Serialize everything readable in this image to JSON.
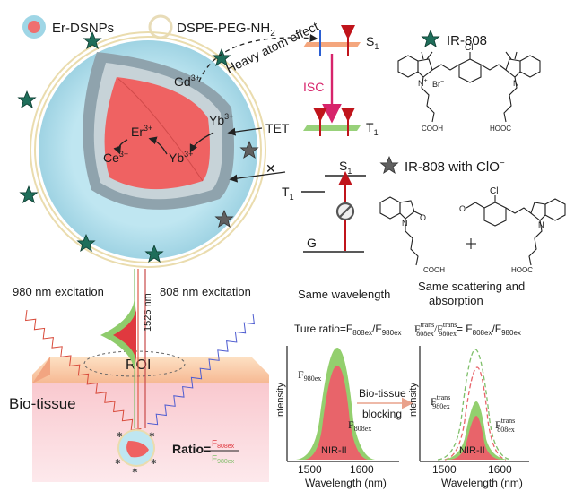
{
  "legend": {
    "er_dsnps": "Er-DSNPs",
    "dspe_peg": "DSPE-PEG-NH",
    "dspe_peg_sub": "2",
    "ir808": "IR-808",
    "ir808_clo": "IR-808 with ClO",
    "ir808_clo_sup": "−"
  },
  "ions": {
    "gd": "Gd",
    "gd_sup": "3+",
    "er": "Er",
    "er_sup": "3+",
    "ce": "Ce",
    "ce_sup": "3+",
    "yb1": "Yb",
    "yb1_sup": "3+",
    "yb2": "Yb",
    "yb2_sup": "3+"
  },
  "energy": {
    "heavy_atom": "Heavy atom effect",
    "s1_top": "S",
    "s1_top_sub": "1",
    "isc": "ISC",
    "tet": "TET",
    "t1_right": "T",
    "t1_right_sub": "1",
    "s1_lower": "S",
    "s1_lower_sub": "1",
    "t1_left": "T",
    "t1_left_sub": "1",
    "g": "G"
  },
  "molecules": {
    "br": "Br",
    "br_sup": "−",
    "cl1": "Cl",
    "cl2": "Cl",
    "n_plus": "N",
    "n_sup": "+",
    "cooh1": "COOH",
    "hooc1": "HOOC",
    "cooh2": "COOH",
    "hooc2": "HOOC",
    "n1": "N",
    "n2": "N",
    "n3": "N",
    "o1": "O",
    "o2": "O",
    "plus": "+"
  },
  "tissue": {
    "exc980": "980 nm excitation",
    "exc808": "808 nm excitation",
    "nm1525": "1525 nm",
    "roi": "ROI",
    "bio": "Bio-tissue",
    "ratio_label": "Ratio=",
    "ratio_num": "F",
    "ratio_num_sub": "808ex",
    "ratio_den": "F",
    "ratio_den_sub": "980ex"
  },
  "panels": {
    "same_wavelength": "Same wavelength",
    "same_scatter_1": "Same scattering and",
    "same_scatter_2": "absorption",
    "true_ratio": "Ture ratio=F",
    "tr_sub1": "808ex",
    "tr_slash": "/F",
    "tr_sub2": "980ex",
    "f980": "F",
    "f980_sub": "980ex",
    "f808": "F",
    "f808_sub": "808ex",
    "nir1": "NIR-II",
    "nir2": "NIR-II",
    "intensity1": "Intensity",
    "intensity2": "Intensity",
    "wl1": "Wavelength (nm)",
    "wl2": "Wavelength (nm)",
    "tick1500a": "1500",
    "tick1600a": "1600",
    "tick1500b": "1500",
    "tick1600b": "1600",
    "bio_tissue": "Bio-tissue",
    "blocking": "blocking",
    "ftr_eq": "= F",
    "ftr_eq_sub1": "808ex",
    "ftr_eq_slash": "/F",
    "ftr_eq_sub2": "980ex",
    "f_trans": "F",
    "trans": "trans",
    "f_trans_sub": "808ex",
    "f_trans2": "F",
    "trans2": "trans",
    "f_trans2_sub": "980ex",
    "f_trans3": "F",
    "trans3": "trans",
    "f_trans3_sub": "980ex",
    "f_trans4": "F",
    "trans4": "trans",
    "f_trans4_sub": "808ex"
  },
  "colors": {
    "core": "#ef6f6f",
    "shell": "#bfe3ee",
    "green": "#1f6e5a",
    "grey": "#5e5e5e",
    "spectrum_green": "#93cf6e",
    "spectrum_red": "#e8646a"
  }
}
